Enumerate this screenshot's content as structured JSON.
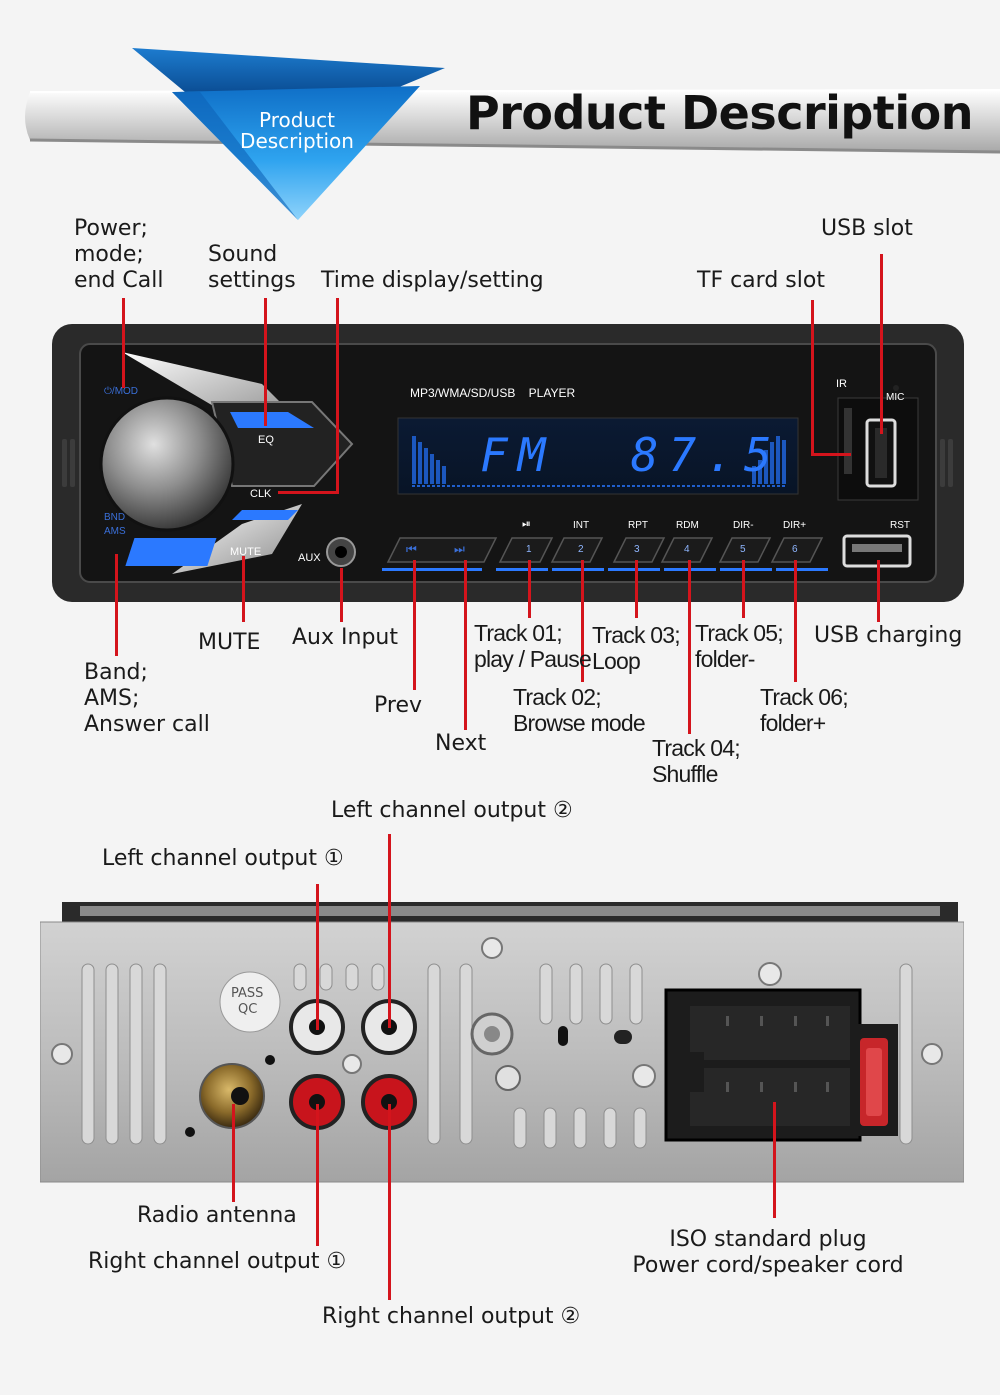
{
  "banner": {
    "tag": "Product\nDescription",
    "title": "Product Description"
  },
  "front_panel": {
    "model_text": "MP3/WMA/SD/USB    PLAYER",
    "display": "FM  87.5",
    "mod_label": "⏻/MOD",
    "eq_label": "EQ",
    "clk_label": "CLK",
    "mute_label": "MUTE",
    "bnd_label": "BND",
    "ams_label": "AMS",
    "aux_label": "AUX",
    "ir_label": "IR",
    "mic_label": "MIC",
    "rst_label": "RST",
    "prev_icon": "⏮",
    "next_icon": "⏭",
    "buttons": [
      {
        "top": "⏯",
        "num": "1"
      },
      {
        "top": "INT",
        "num": "2"
      },
      {
        "top": "RPT",
        "num": "3"
      },
      {
        "top": "RDM",
        "num": "4"
      },
      {
        "top": "DIR-",
        "num": "5"
      },
      {
        "top": "DIR+",
        "num": "6"
      }
    ]
  },
  "labels": {
    "power": "Power;\nmode;\nend Call",
    "sound": "Sound\nsettings",
    "time": "Time display/setting",
    "usb_slot": "USB slot",
    "tf_slot": "TF card slot",
    "mute": "MUTE",
    "aux": "Aux Input",
    "band": "Band;\nAMS;\nAnswer call",
    "prev": "Prev",
    "next": "Next",
    "t01": "Track 01;\nplay / Pause",
    "t02": "Track 02;\nBrowse mode",
    "t03": "Track 03;\nLoop",
    "t04": "Track 04;\nShuffle",
    "t05": "Track 05;\nfolder-",
    "t06": "Track 06;\nfolder+",
    "usb_charging": "USB charging",
    "left2": "Left channel output ②",
    "left1": "Left channel output ①",
    "radio": "Radio antenna",
    "right1": "Right channel output ①",
    "right2": "Right channel output ②",
    "iso": "ISO standard plug\nPower cord/speaker cord"
  },
  "back_panel": {
    "pass": "PASS",
    "qc": "QC"
  },
  "colors": {
    "accent_blue": "#2b79ff",
    "leader_red": "#d4141c",
    "banner_blue": "#1e8fe0"
  }
}
